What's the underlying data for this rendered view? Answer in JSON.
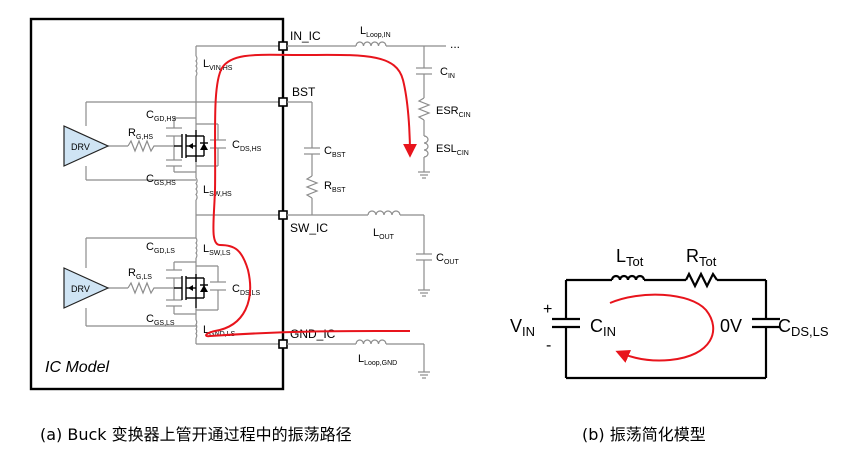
{
  "panel_a": {
    "block_label": "IC Model",
    "pins": {
      "in": "IN_IC",
      "bst": "BST",
      "sw": "SW_IC",
      "gnd": "GND_IC"
    },
    "drivers": [
      "DRV",
      "DRV"
    ],
    "high_side": {
      "cgd": [
        "C",
        "GD,HS"
      ],
      "rg": [
        "R",
        "G,HS"
      ],
      "cgs": [
        "C",
        "GS,HS"
      ],
      "cds": [
        "C",
        "DS,HS"
      ],
      "lvin": [
        "L",
        "VIN,HS"
      ],
      "lsw": [
        "L",
        "SW,HS"
      ]
    },
    "low_side": {
      "cgd": [
        "C",
        "GD,LS"
      ],
      "rg": [
        "R",
        "G,LS"
      ],
      "cgs": [
        "C",
        "GS,LS"
      ],
      "cds": [
        "C",
        "DS,LS"
      ],
      "lsw": [
        "L",
        "SW,LS"
      ],
      "lgnd": [
        "L",
        "GND,LS"
      ]
    },
    "external": {
      "lloop_in": [
        "L",
        "Loop,IN"
      ],
      "cin": [
        "C",
        "IN"
      ],
      "esr": [
        "ESR",
        "CIN"
      ],
      "esl": [
        "ESL",
        "CIN"
      ],
      "cbst": [
        "C",
        "BST"
      ],
      "rbst": [
        "R",
        "BST"
      ],
      "lout": [
        "L",
        "OUT"
      ],
      "cout": [
        "C",
        "OUT"
      ],
      "lloop_gnd": [
        "L",
        "Loop,GND"
      ],
      "ellipsis": "..."
    },
    "caption": "(a) Buck 变换器上管开通过程中的振荡路径"
  },
  "panel_b": {
    "ltot": [
      "L",
      "Tot"
    ],
    "rtot": [
      "R",
      "Tot"
    ],
    "vin": [
      "V",
      "IN"
    ],
    "cin": [
      "C",
      "IN"
    ],
    "zero": "0V",
    "cds": [
      "C",
      "DS,LS"
    ],
    "plus": "+",
    "minus": "-",
    "caption": "(b) 振荡简化模型"
  },
  "colors": {
    "path": "#e8141c",
    "wire": "#8c8c8c",
    "block": "#000000"
  }
}
